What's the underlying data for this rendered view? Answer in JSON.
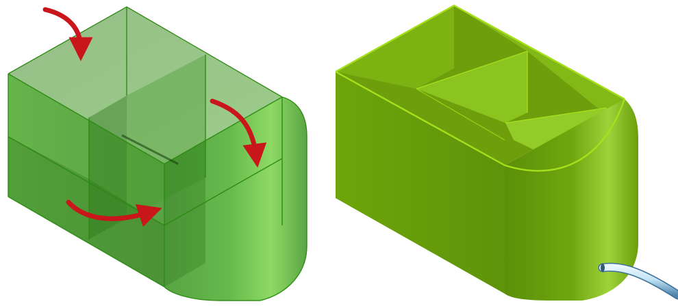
{
  "figure": {
    "panels": [
      {
        "id": "transparent-view",
        "style": "translucent",
        "flow_arrows": 3
      },
      {
        "id": "solid-view",
        "style": "opaque",
        "has_pipe": true
      }
    ]
  },
  "colors": {
    "background": "#ffffff",
    "transparent_face_light": "#3ea51a",
    "transparent_face_mid": "#2f8f14",
    "transparent_face_dark": "#1f6e0c",
    "transparent_edge": "#2a8a10",
    "solid_face_front": "#6a9e0b",
    "solid_face_top": "#7fb814",
    "solid_face_inner": "#8bc41f",
    "solid_edge": "#a6e01c",
    "arrow": "#c8161a",
    "pipe_light": "#bfe3f5",
    "pipe_dark": "#5a8fb8"
  },
  "icons": {
    "arrow": "curved-arrow-icon",
    "pipe": "pipe-icon"
  }
}
